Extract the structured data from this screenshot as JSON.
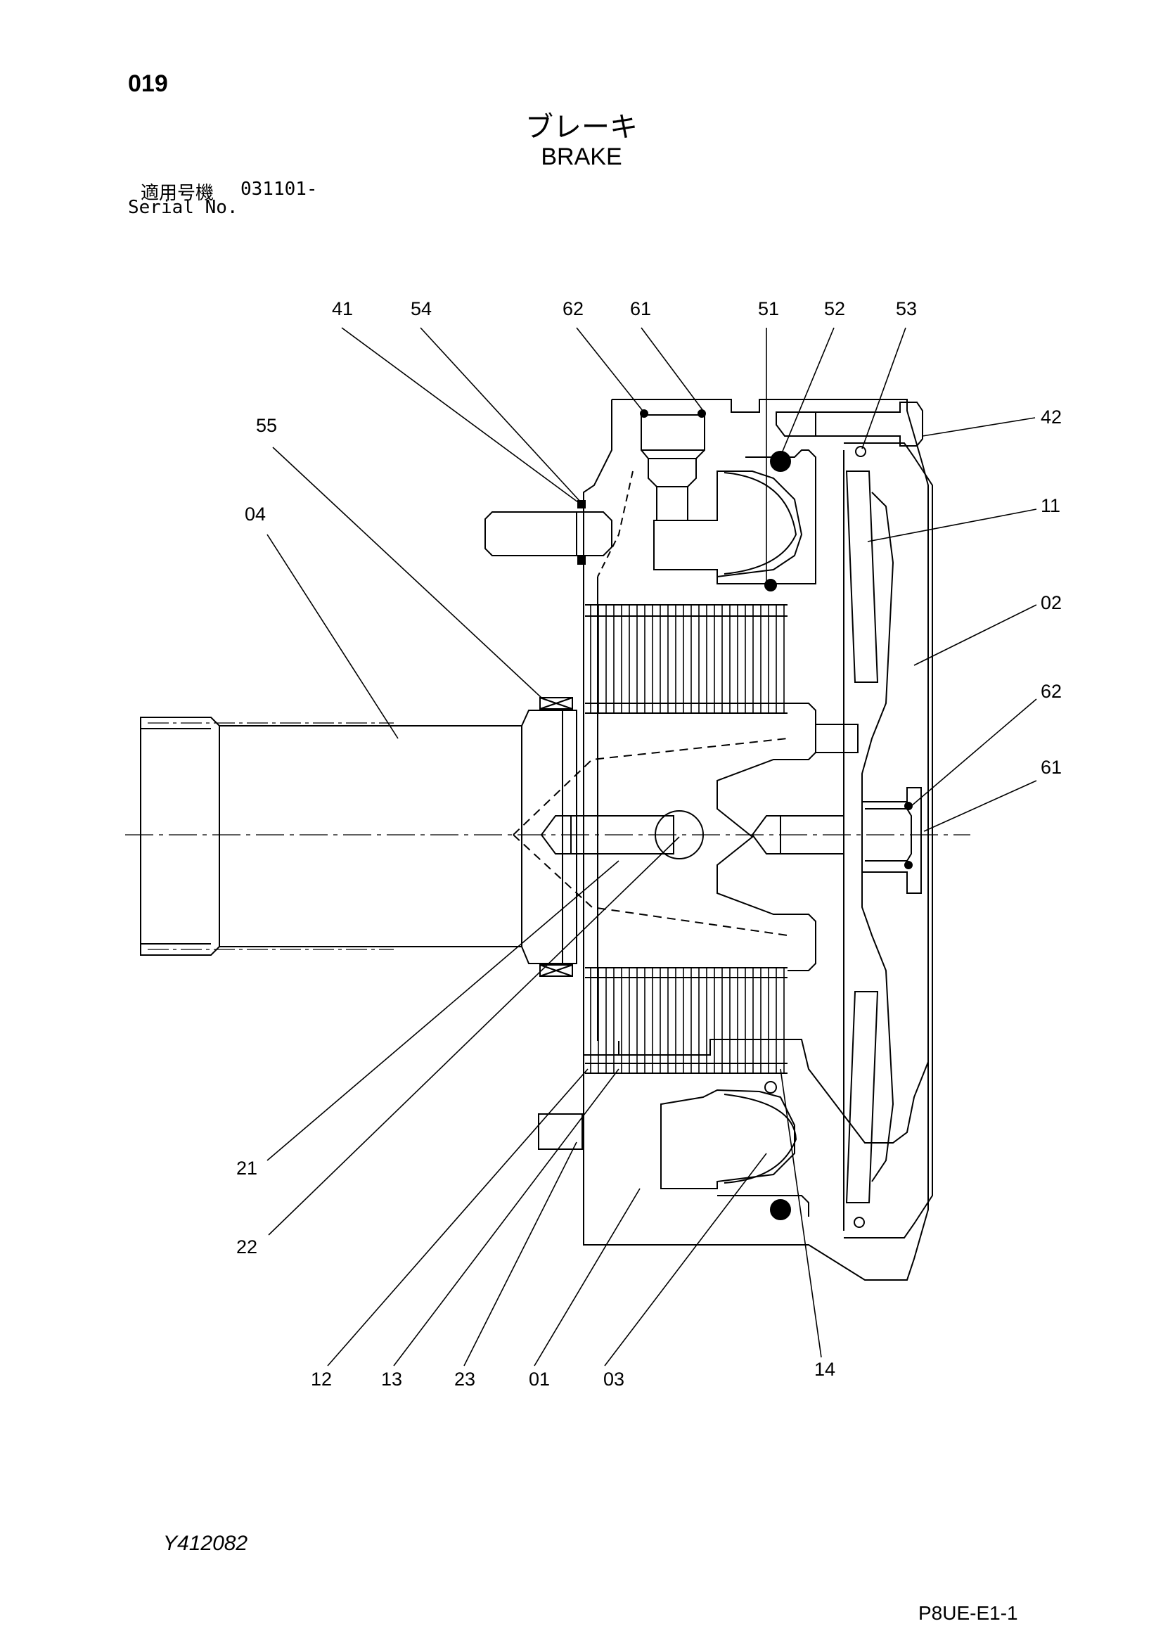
{
  "header": {
    "page_number": "019",
    "title_jp": "ブレーキ",
    "title_en": "BRAKE",
    "serial_label_jp": "適用号機",
    "serial_value": "031101-",
    "serial_label_en": "Serial No."
  },
  "footer": {
    "drawing_id": "Y412082",
    "sheet_id": "P8UE-E1-1"
  },
  "callouts": [
    {
      "id": "41",
      "label": "41"
    },
    {
      "id": "54",
      "label": "54"
    },
    {
      "id": "62-top",
      "label": "62"
    },
    {
      "id": "61-top",
      "label": "61"
    },
    {
      "id": "51",
      "label": "51"
    },
    {
      "id": "52",
      "label": "52"
    },
    {
      "id": "53",
      "label": "53"
    },
    {
      "id": "42",
      "label": "42"
    },
    {
      "id": "55",
      "label": "55"
    },
    {
      "id": "04",
      "label": "04"
    },
    {
      "id": "11",
      "label": "11"
    },
    {
      "id": "02",
      "label": "02"
    },
    {
      "id": "62-right",
      "label": "62"
    },
    {
      "id": "61-right",
      "label": "61"
    },
    {
      "id": "21",
      "label": "21"
    },
    {
      "id": "22",
      "label": "22"
    },
    {
      "id": "12",
      "label": "12"
    },
    {
      "id": "13",
      "label": "13"
    },
    {
      "id": "23",
      "label": "23"
    },
    {
      "id": "01",
      "label": "01"
    },
    {
      "id": "03",
      "label": "03"
    },
    {
      "id": "14",
      "label": "14"
    }
  ]
}
